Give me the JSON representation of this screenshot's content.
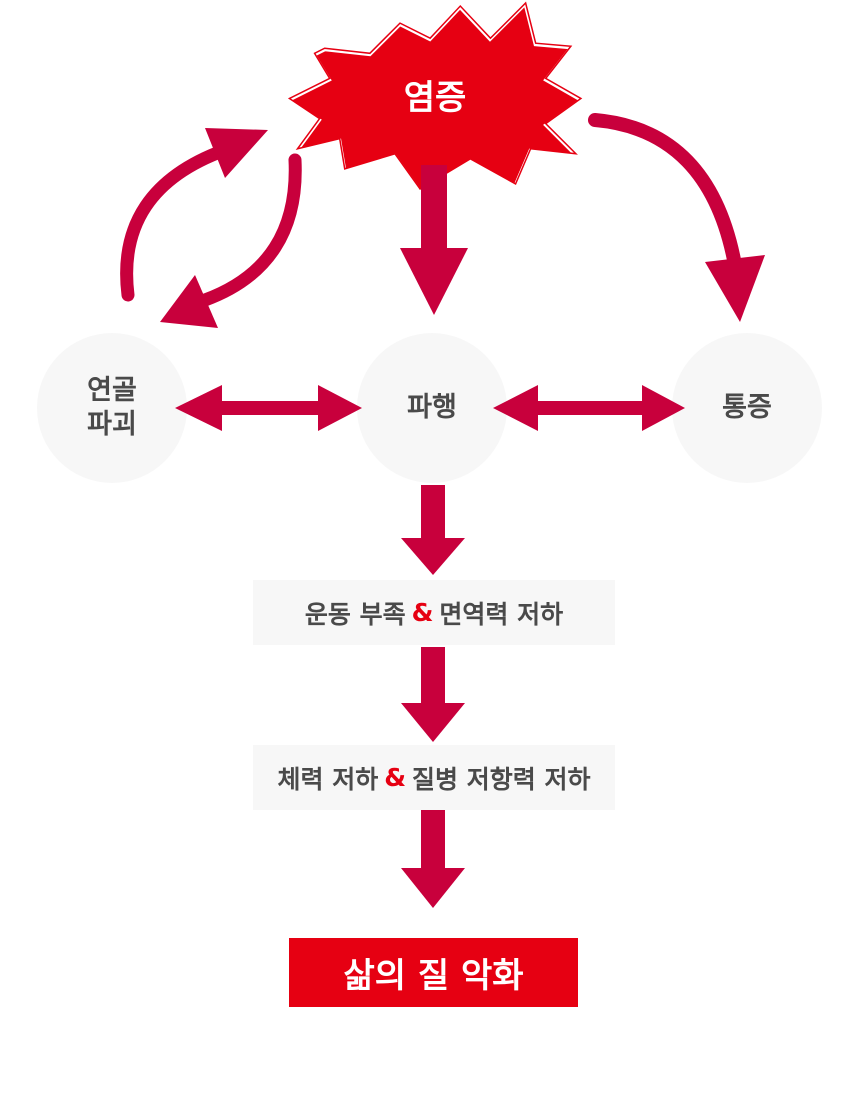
{
  "title_burst": {
    "label": "염증"
  },
  "nodes": [
    {
      "label_line1": "연골",
      "label_line2": "파괴"
    },
    {
      "label": "파행"
    },
    {
      "label": "통증"
    }
  ],
  "steps": [
    {
      "left": "운동 부족",
      "amp": "&",
      "right": "면역력 저하"
    },
    {
      "left": "체력 저하",
      "amp": "&",
      "right": "질병 저항력 저하"
    }
  ],
  "result": {
    "label": "삶의 질 악화"
  },
  "colors": {
    "arrow": "#c8003c",
    "burst": "#e60012",
    "node_bg": "#f7f7f7",
    "text": "#4a4a4a"
  }
}
